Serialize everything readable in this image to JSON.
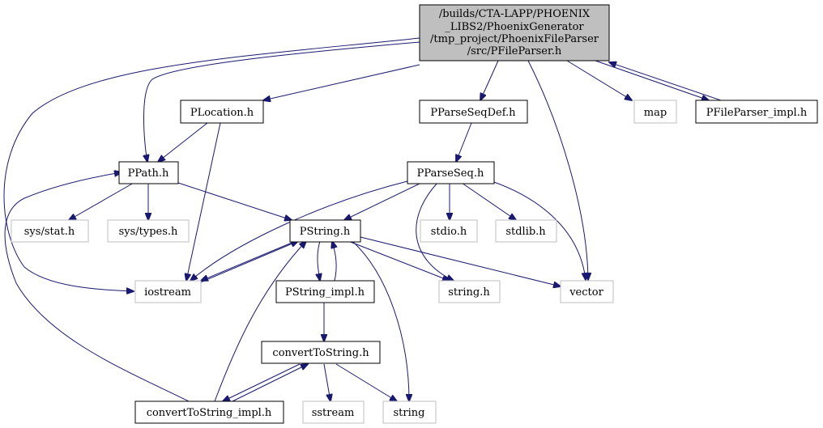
{
  "graph": {
    "main_node": {
      "lines": [
        "/builds/CTA-LAPP/PHOENIX",
        "_LIBS2/PhoenixGenerator",
        "/tmp_project/PhoenixFileParser",
        "/src/PFileParser.h"
      ]
    },
    "nodes": {
      "plocation": "PLocation.h",
      "pparseseqdef": "PParseSeqDef.h",
      "map": "map",
      "pfileparser_impl": "PFileParser_impl.h",
      "ppath": "PPath.h",
      "pparseseq": "PParseSeq.h",
      "sys_stat": "sys/stat.h",
      "sys_types": "sys/types.h",
      "pstring": "PString.h",
      "stdio": "stdio.h",
      "stdlib": "stdlib.h",
      "iostream": "iostream",
      "pstring_impl": "PString_impl.h",
      "string_h": "string.h",
      "vector": "vector",
      "converttostring": "convertToString.h",
      "converttostring_impl": "convertToString_impl.h",
      "sstream": "sstream",
      "string": "string"
    },
    "colors": {
      "edge": "#191970",
      "main_fill": "#bfbfbf",
      "local_border": "#000000",
      "system_border": "#bfbfbf"
    }
  }
}
